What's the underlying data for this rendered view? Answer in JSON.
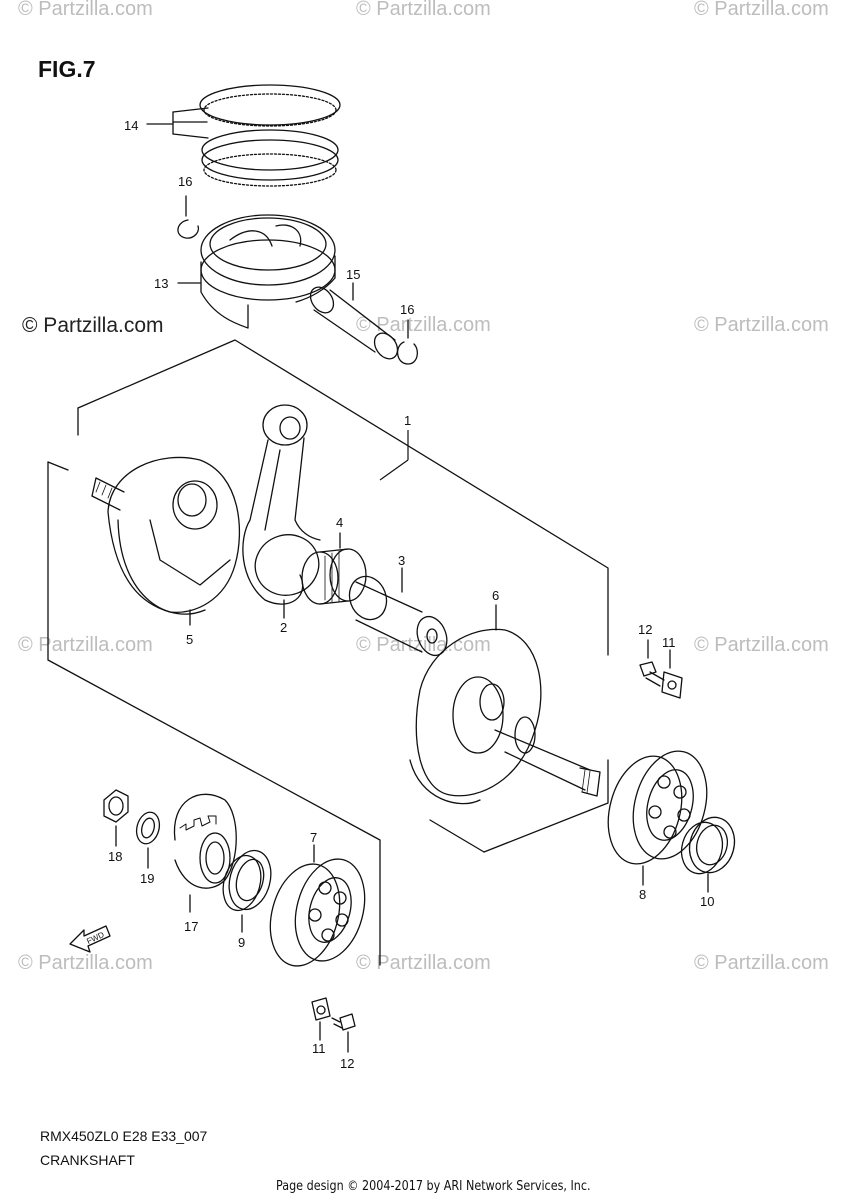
{
  "figure_label": "FIG.7",
  "watermark": "© Partzilla.com",
  "main_watermark": "© Partzilla.com",
  "diagram_code": "RMX450ZL0 E28 E33_007",
  "diagram_title": "CRANKSHAFT",
  "footer": "Page design © 2004-2017 by ARI Network Services, Inc.",
  "fwd_label": "FWD",
  "part_numbers": {
    "p1": "1",
    "p2": "2",
    "p3": "3",
    "p4": "4",
    "p5": "5",
    "p6": "6",
    "p7": "7",
    "p8": "8",
    "p9": "9",
    "p10": "10",
    "p11a": "11",
    "p11b": "11",
    "p12a": "12",
    "p12b": "12",
    "p13": "13",
    "p14": "14",
    "p15": "15",
    "p16a": "16",
    "p16b": "16",
    "p17": "17",
    "p18": "18",
    "p19": "19"
  }
}
